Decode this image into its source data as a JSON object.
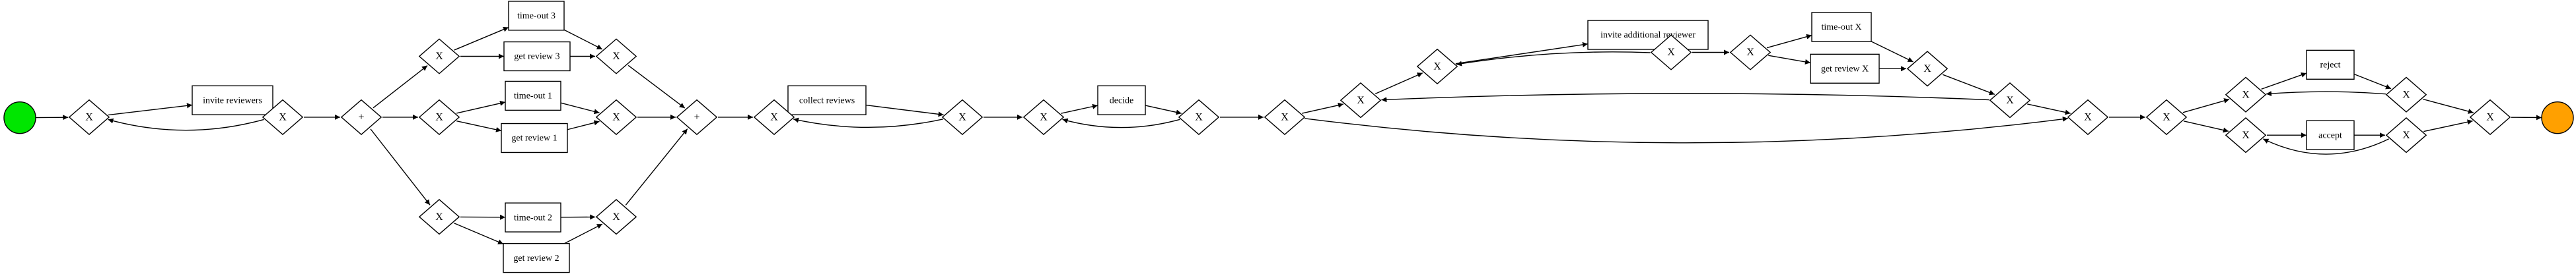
{
  "colors": {
    "start": "#00e600",
    "end": "#ffa000",
    "stroke": "#000000",
    "fill": "#ffffff"
  },
  "events": [
    {
      "id": "start",
      "kind": "start-event"
    },
    {
      "id": "end",
      "kind": "end-event"
    }
  ],
  "tasks": [
    {
      "id": "t_invite",
      "label": "invite reviewers"
    },
    {
      "id": "t_to3",
      "label": "time-out 3"
    },
    {
      "id": "t_gr3",
      "label": "get review 3"
    },
    {
      "id": "t_to1",
      "label": "time-out 1"
    },
    {
      "id": "t_gr1",
      "label": "get review 1"
    },
    {
      "id": "t_to2",
      "label": "time-out 2"
    },
    {
      "id": "t_gr2",
      "label": "get review 2"
    },
    {
      "id": "t_collect",
      "label": "collect reviews"
    },
    {
      "id": "t_decide",
      "label": "decide"
    },
    {
      "id": "t_inviteadd",
      "label": "invite additional reviewer"
    },
    {
      "id": "t_tox",
      "label": "time-out X"
    },
    {
      "id": "t_grx",
      "label": "get review X"
    },
    {
      "id": "t_reject",
      "label": "reject"
    },
    {
      "id": "t_accept",
      "label": "accept"
    }
  ],
  "gateways": [
    {
      "id": "g1",
      "label": "X"
    },
    {
      "id": "g2",
      "label": "X"
    },
    {
      "id": "p1",
      "label": "+"
    },
    {
      "id": "g3s",
      "label": "X"
    },
    {
      "id": "g1s",
      "label": "X"
    },
    {
      "id": "g2s",
      "label": "X"
    },
    {
      "id": "g3j",
      "label": "X"
    },
    {
      "id": "g1j",
      "label": "X"
    },
    {
      "id": "g2j",
      "label": "X"
    },
    {
      "id": "p2",
      "label": "+"
    },
    {
      "id": "g4",
      "label": "X"
    },
    {
      "id": "g5",
      "label": "X"
    },
    {
      "id": "g6",
      "label": "X"
    },
    {
      "id": "g7",
      "label": "X"
    },
    {
      "id": "g8",
      "label": "X"
    },
    {
      "id": "g9",
      "label": "X"
    },
    {
      "id": "g10",
      "label": "X"
    },
    {
      "id": "g11",
      "label": "X"
    },
    {
      "id": "g12",
      "label": "X"
    },
    {
      "id": "g13",
      "label": "X"
    },
    {
      "id": "g14",
      "label": "X"
    },
    {
      "id": "g15",
      "label": "X"
    },
    {
      "id": "g16",
      "label": "X"
    },
    {
      "id": "g17",
      "label": "X"
    },
    {
      "id": "g18",
      "label": "X"
    },
    {
      "id": "g19",
      "label": "X"
    },
    {
      "id": "g20",
      "label": "X"
    },
    {
      "id": "g21",
      "label": "X"
    }
  ],
  "flows": [
    [
      "start",
      "g1"
    ],
    [
      "g1",
      "t_invite"
    ],
    [
      "t_invite",
      "g2"
    ],
    [
      "g2",
      "g1"
    ],
    [
      "g2",
      "p1"
    ],
    [
      "p1",
      "g3s"
    ],
    [
      "p1",
      "g1s"
    ],
    [
      "p1",
      "g2s"
    ],
    [
      "g3s",
      "t_to3"
    ],
    [
      "g3s",
      "t_gr3"
    ],
    [
      "t_to3",
      "g3j"
    ],
    [
      "t_gr3",
      "g3j"
    ],
    [
      "g1s",
      "t_to1"
    ],
    [
      "g1s",
      "t_gr1"
    ],
    [
      "t_to1",
      "g1j"
    ],
    [
      "t_gr1",
      "g1j"
    ],
    [
      "g2s",
      "t_to2"
    ],
    [
      "g2s",
      "t_gr2"
    ],
    [
      "t_to2",
      "g2j"
    ],
    [
      "t_gr2",
      "g2j"
    ],
    [
      "g3j",
      "p2"
    ],
    [
      "g1j",
      "p2"
    ],
    [
      "g2j",
      "p2"
    ],
    [
      "p2",
      "g4"
    ],
    [
      "g4",
      "t_collect"
    ],
    [
      "t_collect",
      "g5"
    ],
    [
      "g5",
      "g4"
    ],
    [
      "g5",
      "g6"
    ],
    [
      "g6",
      "t_decide"
    ],
    [
      "t_decide",
      "g7"
    ],
    [
      "g7",
      "g6"
    ],
    [
      "g7",
      "g8"
    ],
    [
      "g8",
      "g9"
    ],
    [
      "g8",
      "g15"
    ],
    [
      "g9",
      "g10"
    ],
    [
      "g10",
      "t_inviteadd"
    ],
    [
      "t_inviteadd",
      "g11"
    ],
    [
      "g11",
      "g10"
    ],
    [
      "g11",
      "g12"
    ],
    [
      "g12",
      "t_tox"
    ],
    [
      "g12",
      "t_grx"
    ],
    [
      "t_tox",
      "g13"
    ],
    [
      "t_grx",
      "g13"
    ],
    [
      "g13",
      "g14"
    ],
    [
      "g14",
      "g9"
    ],
    [
      "g14",
      "g15"
    ],
    [
      "g15",
      "g16"
    ],
    [
      "g16",
      "g17"
    ],
    [
      "g16",
      "g19"
    ],
    [
      "g17",
      "t_reject"
    ],
    [
      "t_reject",
      "g18"
    ],
    [
      "g18",
      "g17"
    ],
    [
      "g18",
      "g21"
    ],
    [
      "g19",
      "t_accept"
    ],
    [
      "t_accept",
      "g20"
    ],
    [
      "g20",
      "g19"
    ],
    [
      "g20",
      "g21"
    ],
    [
      "g21",
      "end"
    ]
  ]
}
